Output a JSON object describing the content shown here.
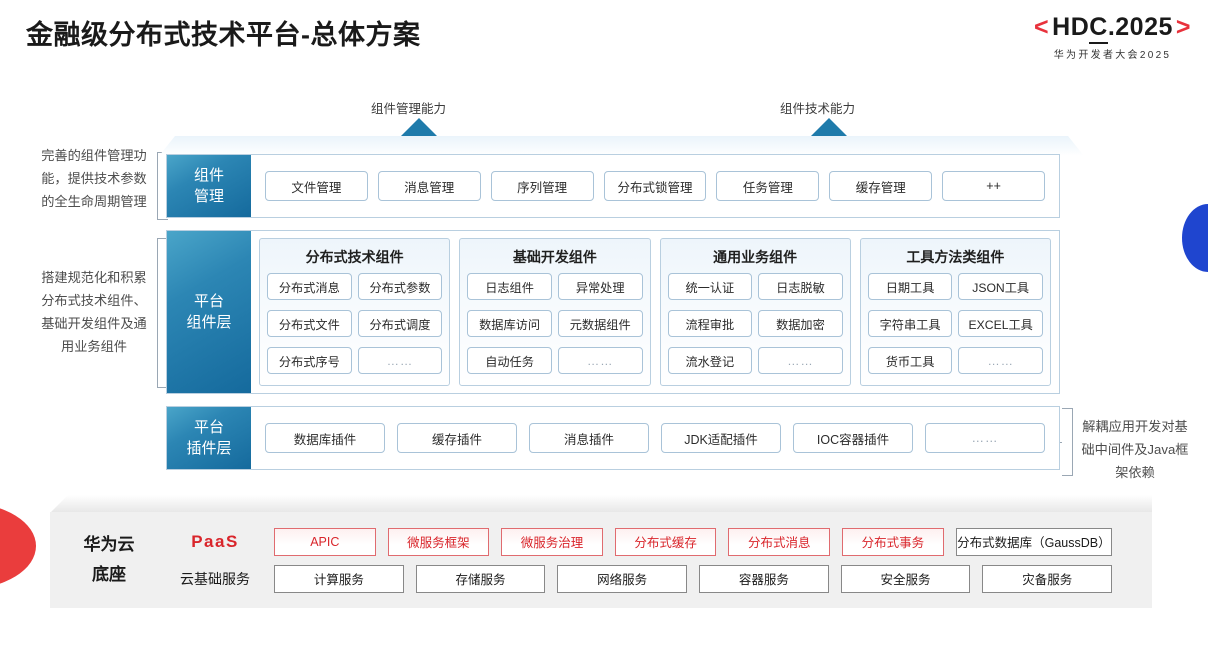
{
  "header": {
    "title": "金融级分布式技术平台-总体方案",
    "logo": {
      "bracket_left": "<",
      "text_h": "HD",
      "text_c": "C",
      "text_rest": ".2025",
      "bracket_right": ">",
      "subtitle": "华为开发者大会2025",
      "accent_color": "#e8323c"
    }
  },
  "arrows": [
    {
      "label": "组件管理能力"
    },
    {
      "label": "组件技术能力"
    }
  ],
  "notes": {
    "left": [
      "完善的组件管理功能，提供技术参数的全生命周期管理",
      "搭建规范化和积累分布式技术组件、基础开发组件及通用业务组件"
    ],
    "right": [
      "解耦应用开发对基础中间件及Java框架依赖"
    ]
  },
  "rows": {
    "component_management": {
      "label": "组件\n管理",
      "chips": [
        "文件管理",
        "消息管理",
        "序列管理",
        "分布式锁管理",
        "任务管理",
        "缓存管理",
        "++"
      ]
    },
    "platform_component": {
      "label": "平台\n组件层",
      "groups": [
        {
          "title": "分布式技术组件",
          "items": [
            "分布式消息",
            "分布式参数",
            "分布式文件",
            "分布式调度",
            "分布式序号",
            "……"
          ]
        },
        {
          "title": "基础开发组件",
          "items": [
            "日志组件",
            "异常处理",
            "数据库访问",
            "元数据组件",
            "自动任务",
            "……"
          ]
        },
        {
          "title": "通用业务组件",
          "items": [
            "统一认证",
            "日志脱敏",
            "流程审批",
            "数据加密",
            "流水登记",
            "……"
          ]
        },
        {
          "title": "工具方法类组件",
          "items": [
            "日期工具",
            "JSON工具",
            "字符串工具",
            "EXCEL工具",
            "货币工具",
            "……"
          ]
        }
      ]
    },
    "platform_plugin": {
      "label": "平台\n插件层",
      "chips": [
        "数据库插件",
        "缓存插件",
        "消息插件",
        "JDK适配插件",
        "IOC容器插件",
        "……"
      ]
    }
  },
  "base": {
    "title": "华为云\n底座",
    "paas_label": "PaaS",
    "cloud_label": "云基础服务",
    "paas_items": [
      "APIC",
      "微服务框架",
      "微服务治理",
      "分布式缓存",
      "分布式消息",
      "分布式事务",
      "分布式数据库（GaussDB）"
    ],
    "cloud_items": [
      "计算服务",
      "存储服务",
      "网络服务",
      "容器服务",
      "安全服务",
      "灾备服务"
    ],
    "paas_color": "#d9252b"
  },
  "decor": {
    "red_shape_color": "#ea3d3d",
    "blue_shape_color": "#1f45cf",
    "panel_accent": "#1f7bab"
  }
}
